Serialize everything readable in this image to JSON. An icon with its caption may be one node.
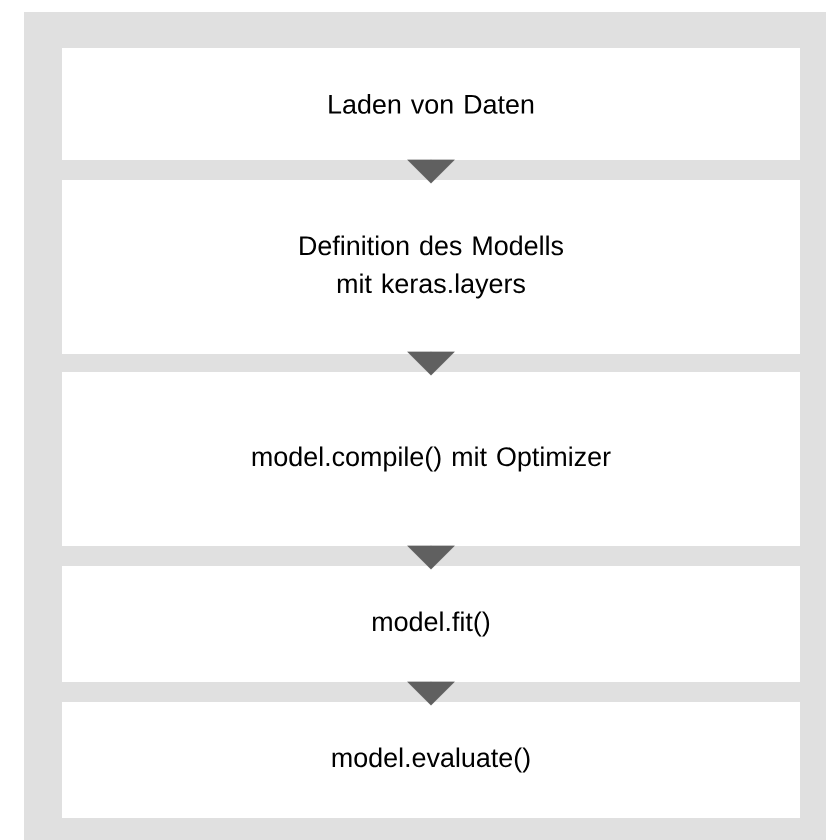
{
  "diagram": {
    "nodes": [
      {
        "text": [
          "Laden von Daten"
        ]
      },
      {
        "text": [
          "Definition des Modells mit keras.layers"
        ]
      },
      {
        "text": [
          "model.compile() mit Optimizer"
        ]
      },
      {
        "text": [
          "model.fit()"
        ]
      },
      {
        "text": [
          "model.evaluate()"
        ]
      }
    ],
    "edges": [
      {
        "from": 0,
        "to": 1,
        "arrow": "to"
      },
      {
        "from": 1,
        "to": 2,
        "arrow": "to"
      },
      {
        "from": 2,
        "to": 3,
        "arrow": "to"
      },
      {
        "from": 3,
        "to": 4,
        "arrow": "to"
      }
    ]
  }
}
